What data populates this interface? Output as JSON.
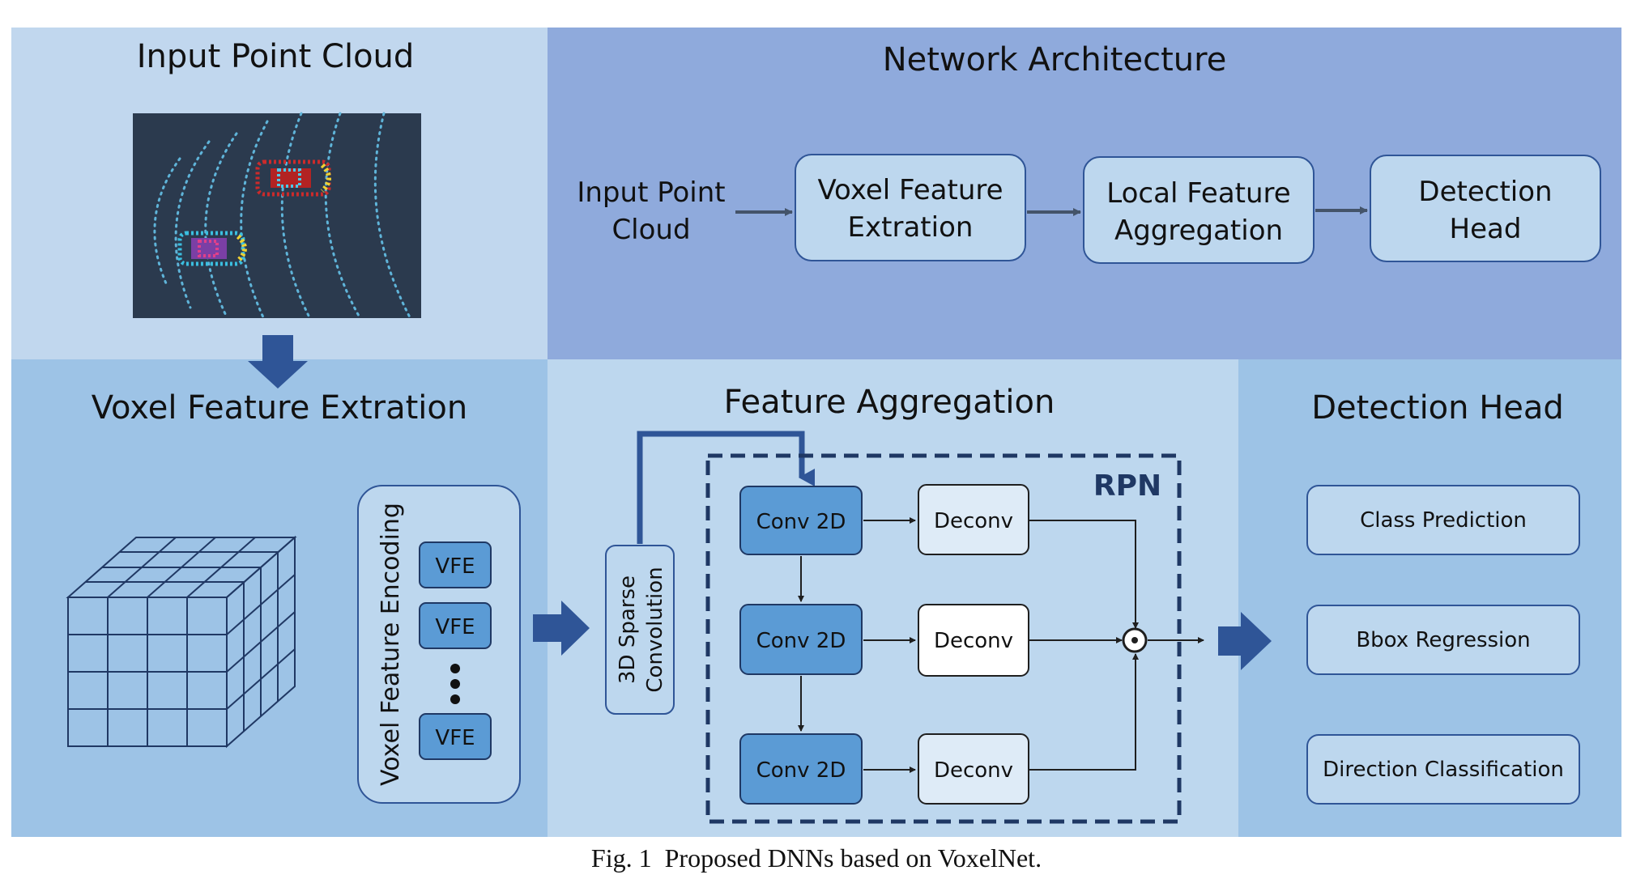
{
  "panels": {
    "input": {
      "title": "Input Point Cloud"
    },
    "architecture": {
      "title": "Network Architecture",
      "flow": [
        {
          "line1": "Input Point",
          "line2": "Cloud"
        },
        {
          "line1": "Voxel Feature",
          "line2": "Extration"
        },
        {
          "line1": "Local Feature",
          "line2": "Aggregation"
        },
        {
          "line1": "Detection",
          "line2": "Head"
        }
      ]
    },
    "vfe": {
      "title": "Voxel Feature Extration",
      "encoding_label": "Voxel Feature Encoding",
      "layers": [
        "VFE",
        "VFE",
        "VFE"
      ]
    },
    "aggregation": {
      "title": "Feature Aggregation",
      "sparse_line1": "3D Sparse",
      "sparse_line2": "Convolution",
      "rpn_label": "RPN",
      "conv_label": "Conv 2D",
      "deconv_label": "Deconv"
    },
    "head": {
      "title": "Detection Head",
      "outputs": [
        "Class Prediction",
        "Bbox Regression",
        "Direction Classification"
      ]
    }
  },
  "caption": "Fig. 1  Proposed DNNs based on VoxelNet.",
  "colors": {
    "input_bg": "#c1d7ee",
    "arch_bg": "#8faadc",
    "vfe_bg": "#9dc3e6",
    "agg_bg": "#bdd7ee",
    "head_bg": "#9dc3e6",
    "node_fill": "#bdd7ee",
    "conv_fill": "#5b9bd5",
    "deconv_fill": "#deebf7",
    "edge": "#2f5597",
    "dark_arrow": "#44546a",
    "cloud_bg": "#2b3a4e"
  }
}
